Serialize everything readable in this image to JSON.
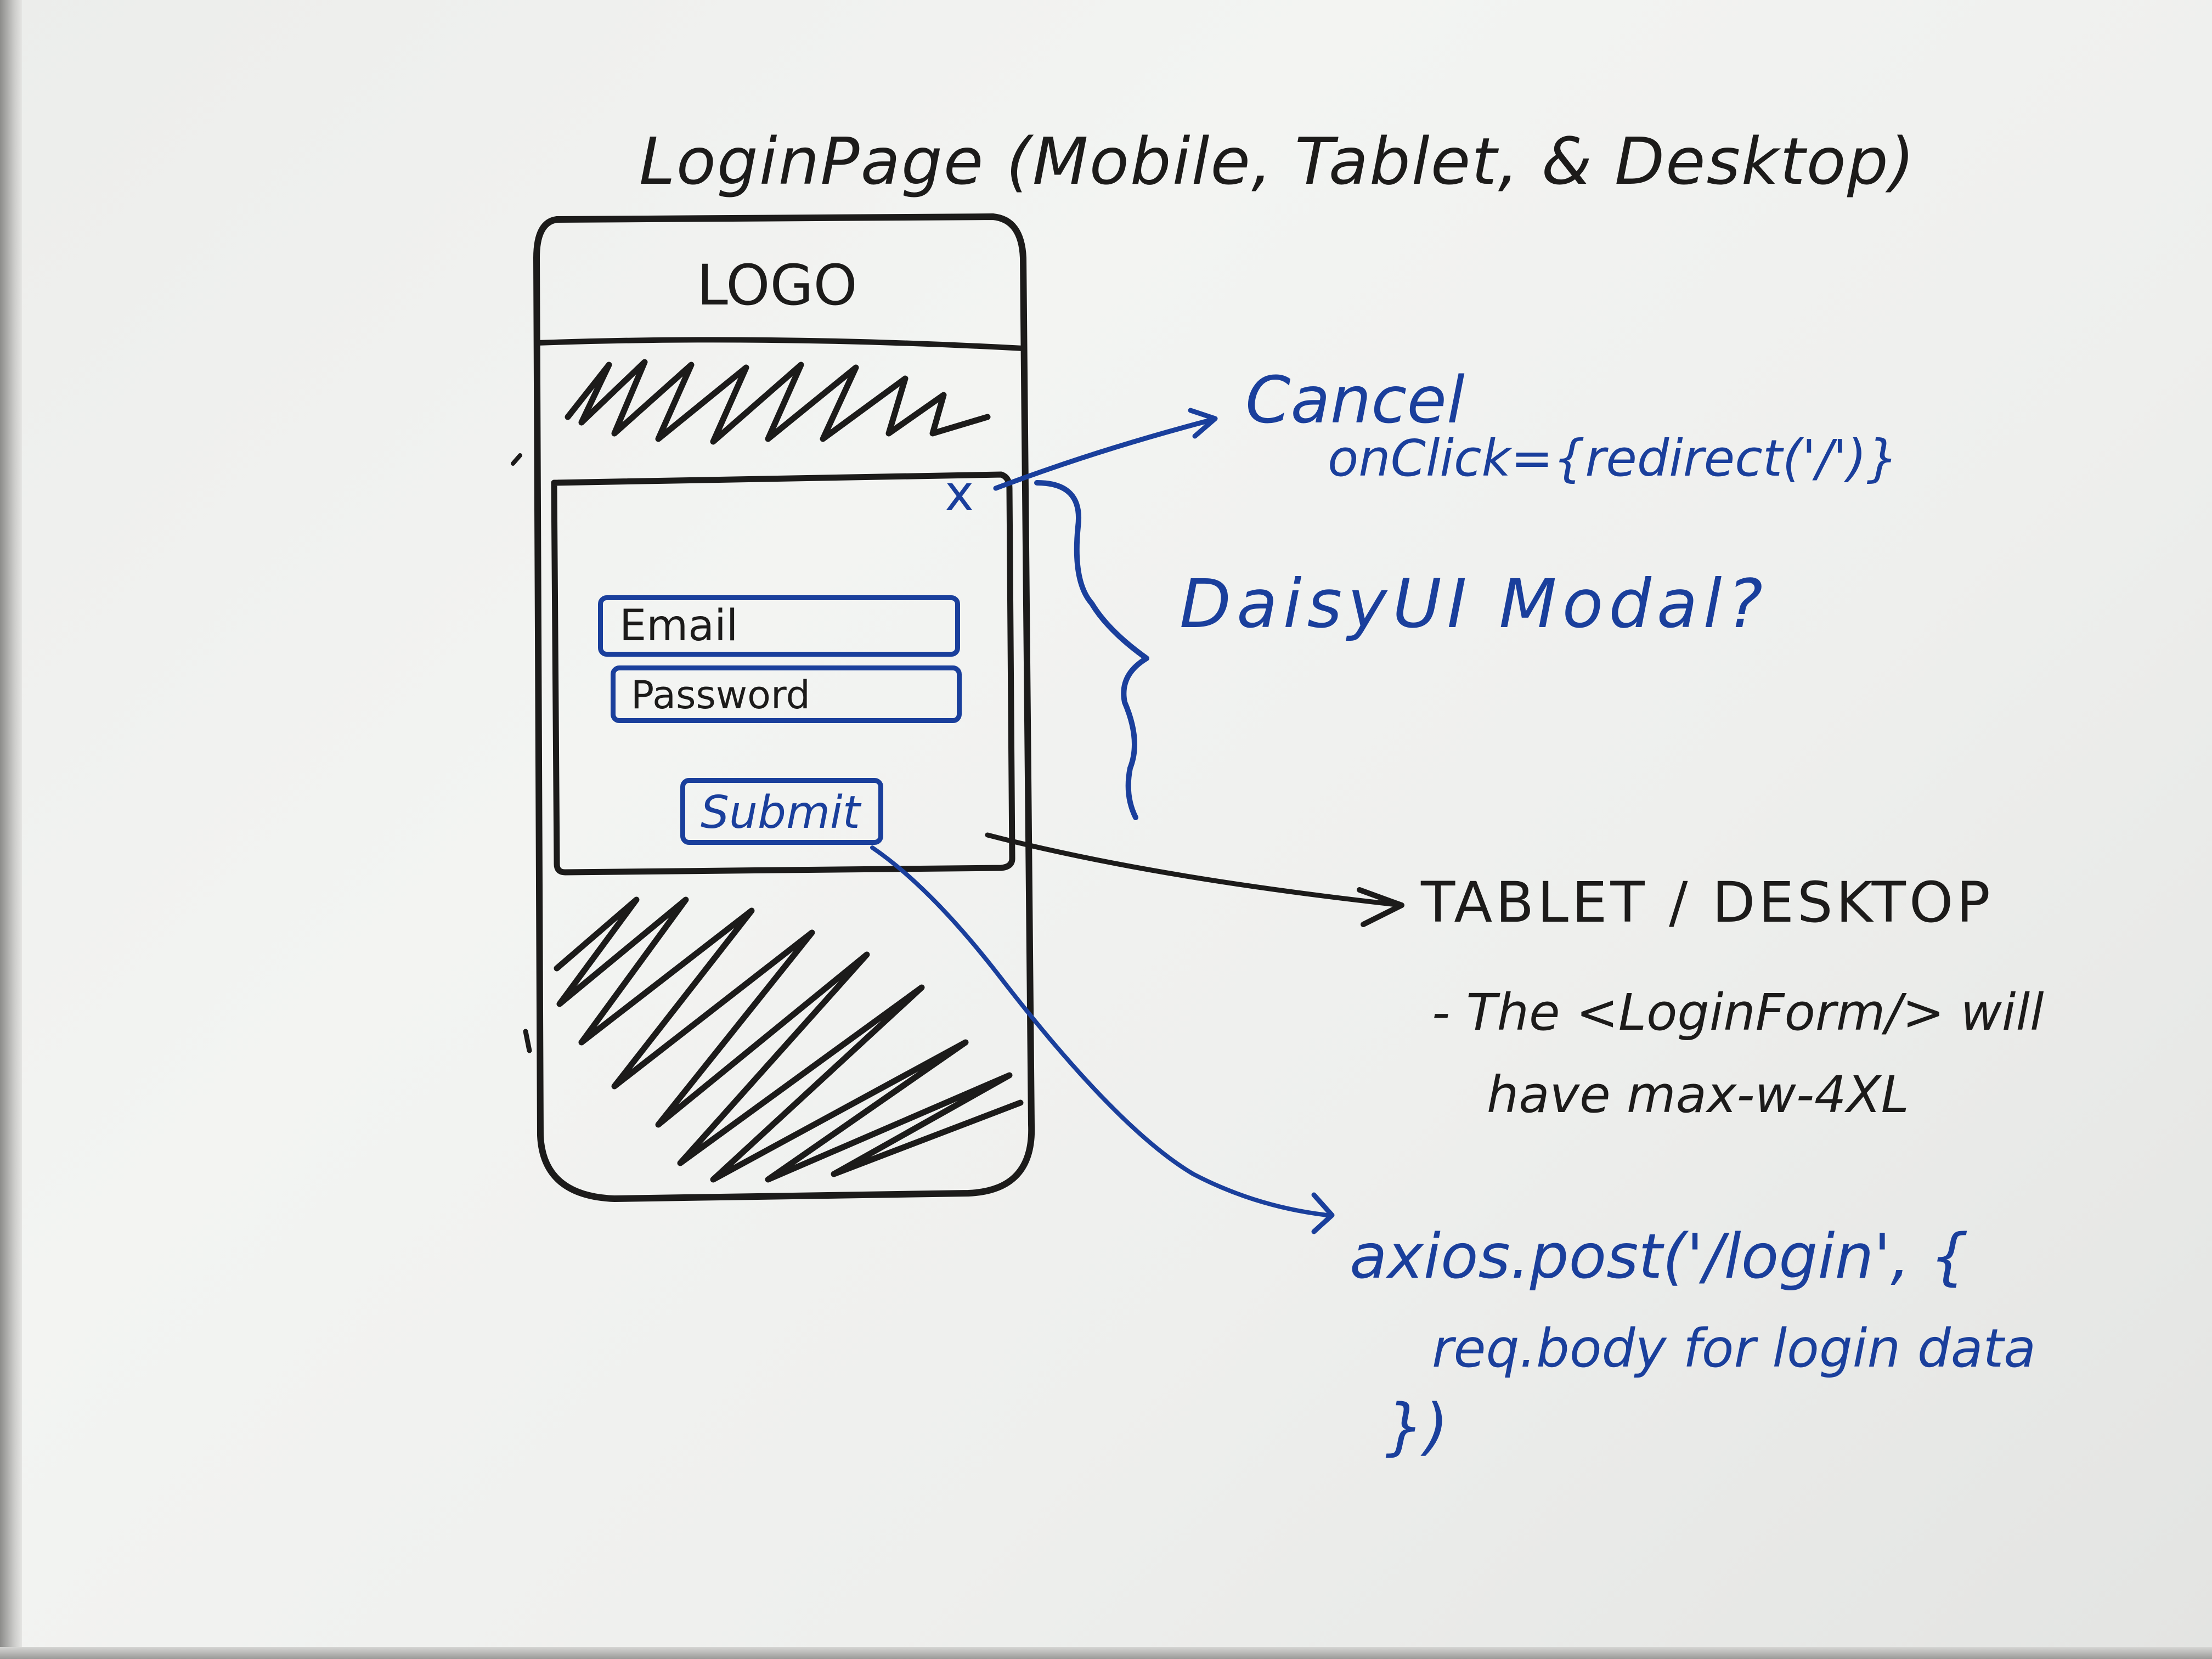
{
  "title": "LoginPage (Mobile, Tablet, & Desktop)",
  "phone": {
    "logo": "LOGO",
    "close_icon": "x",
    "email_placeholder": "Email",
    "password_placeholder": "Password",
    "submit_label": "Submit"
  },
  "annotations": {
    "cancel_title": "Cancel",
    "cancel_code": "onClick={redirect('/')}",
    "modal_note": "DaisyUI Modal?",
    "tablet_heading": "TABLET / DESKTOP",
    "tablet_line1": "- The <LoginForm/> will",
    "tablet_line2": "have max-w-4XL",
    "axios_line1": "axios.post('/login', {",
    "axios_line2": "req.body for login data",
    "axios_line3": "})"
  },
  "colors": {
    "board": "#eeefed",
    "black_marker": "#1c1b1a",
    "blue_marker": "#1a3f9c"
  }
}
